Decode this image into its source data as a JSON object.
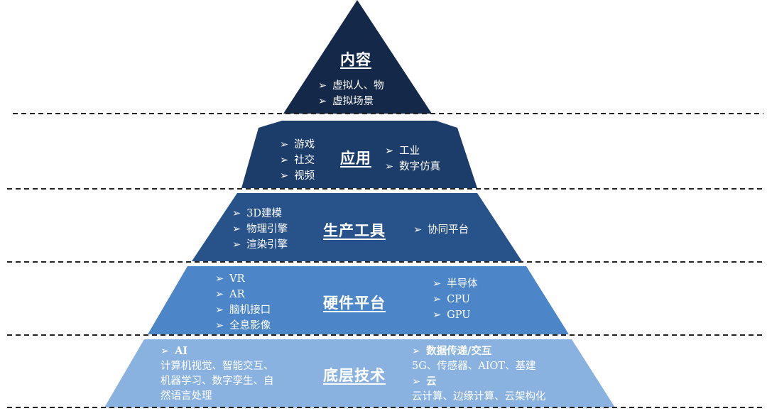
{
  "colors": {
    "tier1": "#14284a",
    "tier2": "#1c3c6a",
    "tier3": "#27528a",
    "tier4": "#4c86c8",
    "tier5": "#8ab2e0",
    "divider": "#222222"
  },
  "arrow_glyph": "➢",
  "tiers": {
    "content": {
      "title": "内容",
      "items": [
        "虚拟人、物",
        "虚拟场景"
      ]
    },
    "application": {
      "title": "应用",
      "left": [
        "游戏",
        "社交",
        "视频"
      ],
      "right": [
        "工业",
        "数字仿真"
      ]
    },
    "tools": {
      "title": "生产工具",
      "left": [
        "3D建模",
        "物理引擎",
        "渲染引擎"
      ],
      "right": [
        "协同平台"
      ]
    },
    "hardware": {
      "title": "硬件平台",
      "left": [
        "VR",
        "AR",
        "脑机接口",
        "全息影像"
      ],
      "right": [
        "半导体",
        "CPU",
        "GPU"
      ]
    },
    "base": {
      "title": "底层技术",
      "left_heading": "AI",
      "left_lines": [
        "计算机视觉、智能交互、",
        "机器学习、数字孪生、自",
        "然语言处理"
      ],
      "right_heading1": "数据传递/交互",
      "right_line1": "5G、传感器、AIOT、基建",
      "right_heading2": "云",
      "right_line2": "云计算、边缘计算、云架构化"
    }
  }
}
